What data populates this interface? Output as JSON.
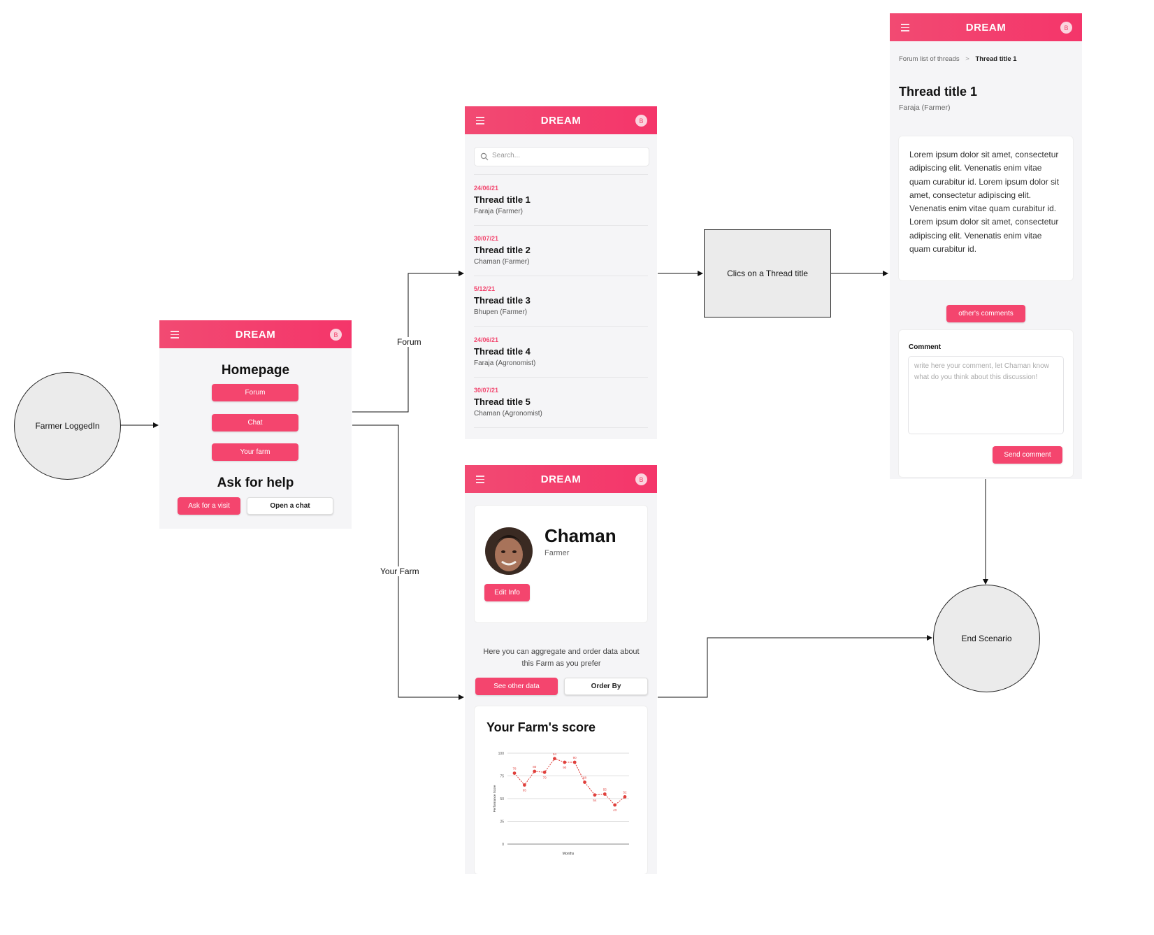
{
  "nodes": {
    "start": "Farmer LoggedIn",
    "action": "Clics on a Thread title",
    "end": "End Scenario"
  },
  "edges": {
    "forum": "Forum",
    "your_farm": "Your Farm"
  },
  "app": {
    "brand": "DREAM",
    "avatar_initial": "B",
    "accent": "#f4456e"
  },
  "homepage": {
    "title": "Homepage",
    "buttons": [
      "Forum",
      "Chat",
      "Your farm"
    ],
    "help_title": "Ask for help",
    "ask_visit": "Ask for a visit",
    "open_chat": "Open a chat"
  },
  "forum_list": {
    "search_placeholder": "Search...",
    "threads": [
      {
        "date": "24/06/21",
        "title": "Thread title 1",
        "author": "Faraja (Farmer)"
      },
      {
        "date": "30/07/21",
        "title": "Thread title 2",
        "author": "Chaman (Farmer)"
      },
      {
        "date": "5/12/21",
        "title": "Thread title 3",
        "author": "Bhupen (Farmer)"
      },
      {
        "date": "24/06/21",
        "title": "Thread title 4",
        "author": "Faraja (Agronomist)"
      },
      {
        "date": "30/07/21",
        "title": "Thread title 5",
        "author": "Chaman (Agronomist)"
      }
    ]
  },
  "thread_view": {
    "breadcrumb_root": "Forum list of threads",
    "breadcrumb_sep": ">",
    "breadcrumb_current": "Thread title 1",
    "title": "Thread title 1",
    "author": "Faraja (Farmer)",
    "body": "Lorem ipsum dolor sit amet, consectetur adipiscing elit. Venenatis enim vitae quam curabitur id. Lorem ipsum dolor sit amet, consectetur adipiscing elit. Venenatis enim vitae quam curabitur id. Lorem ipsum dolor sit amet, consectetur adipiscing elit. Venenatis enim vitae quam curabitur id.",
    "others_button": "other's comments",
    "comment_label": "Comment",
    "comment_placeholder": "write here your comment, let Chaman know what do you think about this discussion!",
    "send_button": "Send comment"
  },
  "farm": {
    "name": "Chaman",
    "role": "Farmer",
    "edit_button": "Edit Info",
    "description": "Here you can aggregate and order data about this Farm as you prefer",
    "see_other": "See other data",
    "order_by": "Order By",
    "score_title": "Your Farm's score"
  },
  "chart_data": {
    "type": "line",
    "title": "",
    "xlabel": "Months",
    "ylabel": "Performance Score",
    "ylim": [
      0,
      100
    ],
    "yticks": [
      0,
      25,
      50,
      75,
      100
    ],
    "grid": true,
    "series": [
      {
        "values": [
          78,
          65,
          80,
          79,
          94,
          90,
          90,
          68,
          54,
          55,
          43,
          52
        ]
      }
    ],
    "color": "#e0403c"
  }
}
